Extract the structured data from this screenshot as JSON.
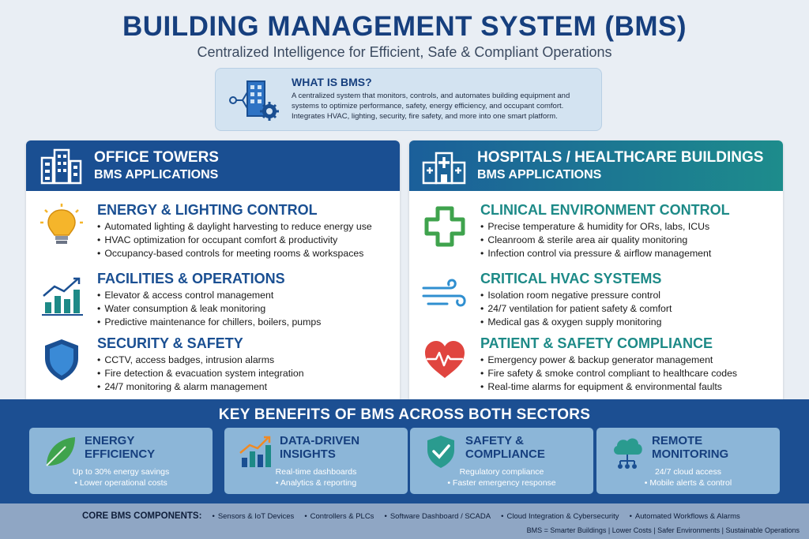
{
  "header": {
    "title": "BUILDING MANAGEMENT SYSTEM (BMS)",
    "subtitle": "Centralized Intelligence for Efficient, Safe & Compliant Operations"
  },
  "what_is": {
    "title": "WHAT IS BMS?",
    "text": "A centralized system that monitors, controls, and automates building equipment and systems to optimize performance, safety, energy efficiency, and occupant comfort. Integrates HVAC, lighting, security, fire safety, and more into one smart platform.",
    "icon": "building-gear-icon"
  },
  "left_panel": {
    "line1": "OFFICE TOWERS",
    "line2": "BMS APPLICATIONS",
    "icon": "office-building-icon",
    "sections": [
      {
        "title": "ENERGY & LIGHTING CONTROL",
        "icon": "lightbulb-icon",
        "items": [
          "Automated lighting & daylight harvesting to reduce energy use",
          "HVAC optimization for occupant comfort & productivity",
          "Occupancy-based controls for meeting rooms & workspaces"
        ]
      },
      {
        "title": "FACILITIES & OPERATIONS",
        "icon": "bar-chart-icon",
        "items": [
          "Elevator & access control management",
          "Water consumption & leak monitoring",
          "Predictive maintenance for chillers, boilers, pumps"
        ]
      },
      {
        "title": "SECURITY & SAFETY",
        "icon": "shield-icon",
        "items": [
          "CCTV, access badges, intrusion alarms",
          "Fire detection & evacuation system integration",
          "24/7 monitoring & alarm management"
        ]
      }
    ]
  },
  "right_panel": {
    "line1": "HOSPITALS / HEALTHCARE BUILDINGS",
    "line2": "BMS APPLICATIONS",
    "icon": "hospital-icon",
    "sections": [
      {
        "title": "CLINICAL ENVIRONMENT CONTROL",
        "icon": "medical-cross-icon",
        "items": [
          "Precise temperature & humidity for ORs, labs, ICUs",
          "Cleanroom & sterile area air quality monitoring",
          "Infection control via pressure & airflow management"
        ]
      },
      {
        "title": "CRITICAL HVAC SYSTEMS",
        "icon": "airflow-icon",
        "items": [
          "Isolation room negative pressure control",
          "24/7 ventilation for patient safety & comfort",
          "Medical gas & oxygen supply monitoring"
        ]
      },
      {
        "title": "PATIENT & SAFETY COMPLIANCE",
        "icon": "heart-pulse-icon",
        "items": [
          "Emergency power & backup generator management",
          "Fire safety & smoke control compliant to healthcare codes",
          "Real-time alarms for equipment & environmental faults"
        ]
      }
    ]
  },
  "benefits": {
    "title": "KEY BENEFITS OF BMS ACROSS BOTH SECTORS",
    "cards": [
      {
        "line1": "ENERGY",
        "line2": "EFFICIENCY",
        "sub1": "Up to 30% energy savings",
        "sub2": "Lower operational costs",
        "icon": "leaf-icon"
      },
      {
        "line1": "DATA-DRIVEN",
        "line2": "INSIGHTS",
        "sub1": "Real-time dashboards",
        "sub2": "Analytics & reporting",
        "icon": "growth-chart-icon"
      },
      {
        "line1": "SAFETY &",
        "line2": "COMPLIANCE",
        "sub1": "Regulatory compliance",
        "sub2": "Faster emergency response",
        "icon": "check-shield-icon"
      },
      {
        "line1": "REMOTE",
        "line2": "MONITORING",
        "sub1": "24/7 cloud access",
        "sub2": "Mobile alerts & control",
        "icon": "cloud-network-icon"
      }
    ]
  },
  "footer": {
    "label": "CORE BMS COMPONENTS:",
    "items": [
      "Sensors & IoT Devices",
      "Controllers & PLCs",
      "Software Dashboard / SCADA",
      "Cloud Integration & Cybersecurity",
      "Automated Workflows & Alarms"
    ],
    "tagline": "BMS = Smarter Buildings | Lower Costs | Safer Environments | Sustainable Operations"
  }
}
